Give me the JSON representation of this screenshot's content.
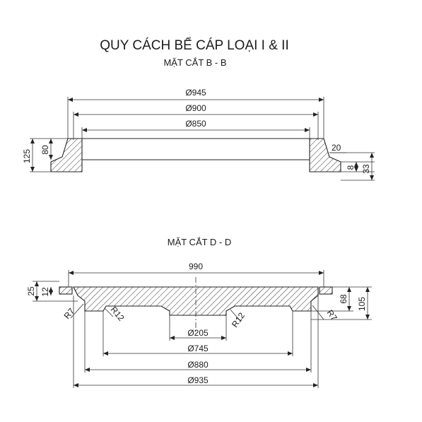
{
  "title": "QUY CÁCH BỂ CÁP LOẠI I & II",
  "section_bb": {
    "label": "MẶT CẮT B - B",
    "dims": {
      "d945": "Ø945",
      "d900": "Ø900",
      "d850": "Ø850",
      "h125": "125",
      "h80": "80",
      "w20": "20",
      "h8": "8",
      "h33": "33"
    }
  },
  "section_dd": {
    "label": "MẶT CẮT D - D",
    "dims": {
      "w990": "990",
      "h25": "25",
      "h12": "12",
      "h68": "68",
      "h105": "105",
      "r7_left": "R7",
      "r12_left": "R12",
      "r12_right": "R12",
      "r7_right": "R7",
      "d205": "Ø205",
      "d745": "Ø745",
      "d880": "Ø880",
      "d935": "Ø935"
    }
  },
  "colors": {
    "ink": "#222222",
    "background": "#ffffff"
  }
}
